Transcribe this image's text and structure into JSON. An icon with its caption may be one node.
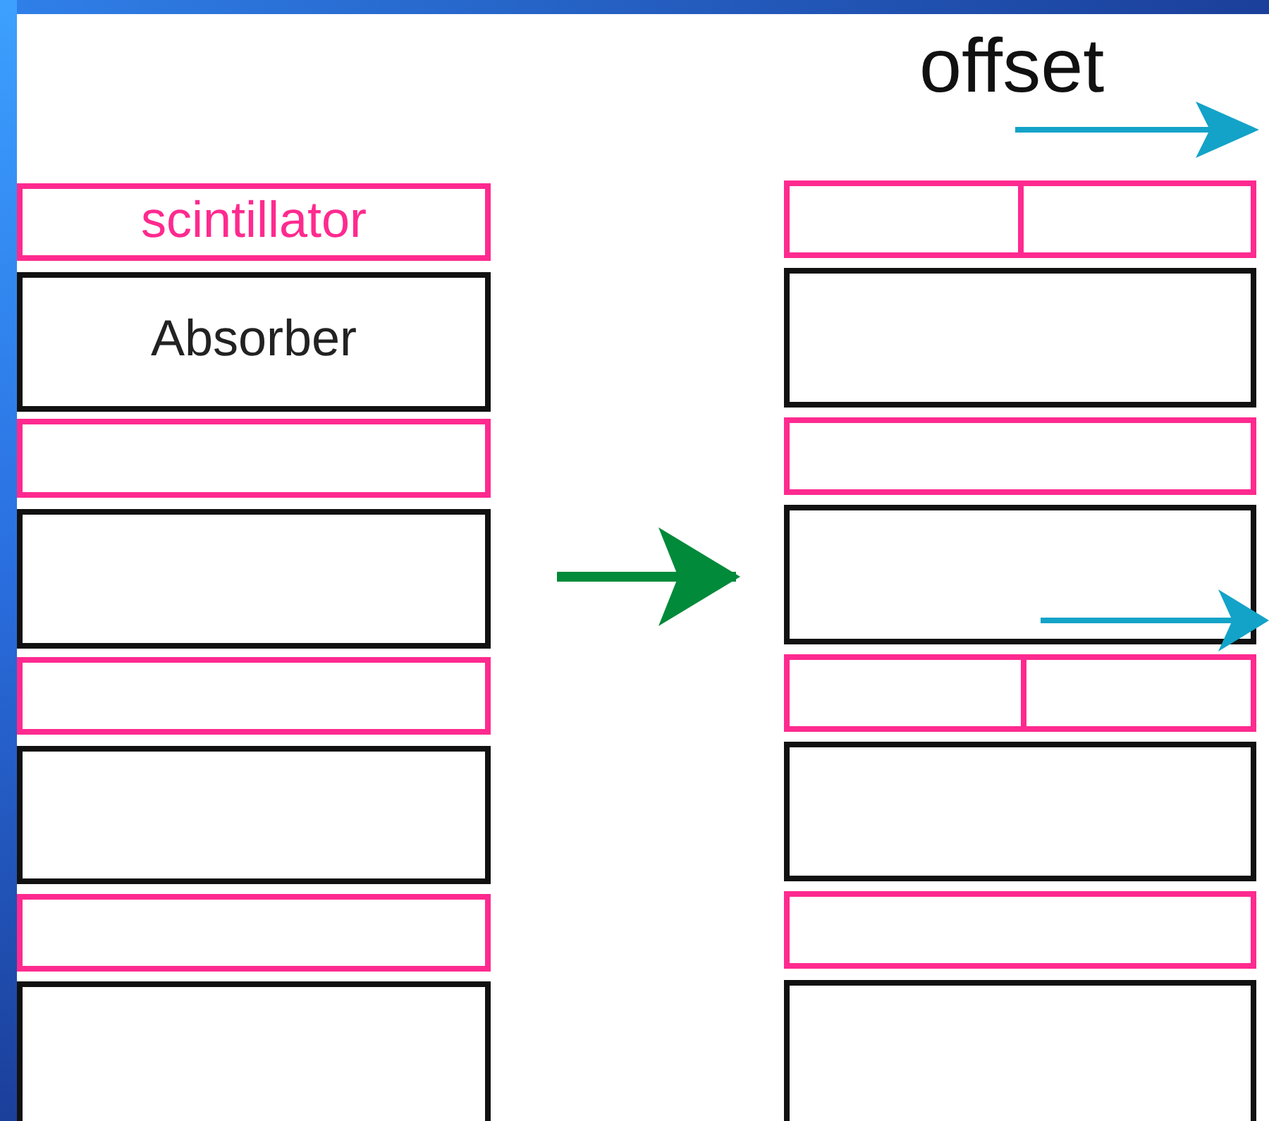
{
  "diagram": {
    "nodes": [
      {
        "text": [
          "scintillator"
        ]
      },
      {
        "text": [
          "Absorber"
        ]
      },
      {
        "text": [],
        "shape": "box"
      },
      {
        "text": [],
        "shape": "box"
      },
      {
        "text": [],
        "shape": "box"
      },
      {
        "text": [],
        "shape": "box"
      },
      {
        "text": [],
        "shape": "box"
      },
      {
        "text": [],
        "shape": "box"
      },
      {
        "text": [],
        "shape": "box"
      },
      {
        "text": [],
        "shape": "box"
      },
      {
        "text": [],
        "shape": "box"
      },
      {
        "text": [],
        "shape": "box"
      },
      {
        "text": [],
        "shape": "box"
      },
      {
        "text": [],
        "shape": "box"
      },
      {
        "text": [],
        "shape": "box"
      },
      {
        "text": [],
        "shape": "box"
      }
    ],
    "edges": [
      {
        "from": 3,
        "to": 11,
        "arrow": "to"
      }
    ],
    "labels": [
      "offset"
    ]
  }
}
